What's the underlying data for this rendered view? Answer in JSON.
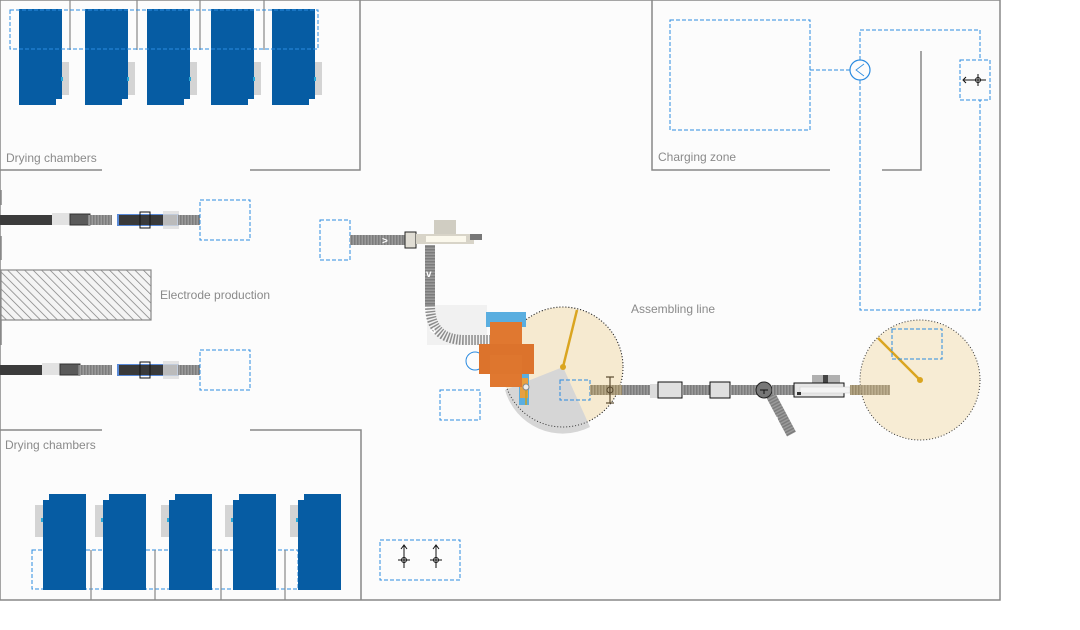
{
  "app": {
    "title": "Battery factory layout"
  },
  "colors": {
    "background": "#fcfcfc",
    "wall": "#888888",
    "dashed_zone": "#2b8be0",
    "chamber_blue": "#065ca3",
    "robot_orange": "#e07830",
    "robot_base_blue": "#5aaee0",
    "turntable_fill": "#f6ead0",
    "turntable_arm": "#daa520",
    "conveyor": "#8c8c8c"
  },
  "zones": {
    "drying_top": "Drying chambers",
    "drying_bottom": "Drying chambers",
    "electrode": "Electrode production",
    "assembling": "Assembling line",
    "charging": "Charging zone"
  },
  "equipment": {
    "drying_chambers_top_count": 5,
    "drying_chambers_bottom_count": 5,
    "electrode_lines_count": 2,
    "turntables_count": 2,
    "robot_arms_count": 1
  },
  "icons": {
    "waypoint": "crosshair-arrow-icon",
    "charger": "charger-circle-icon",
    "conveyor_direction": "chevron-arrow-icon"
  }
}
